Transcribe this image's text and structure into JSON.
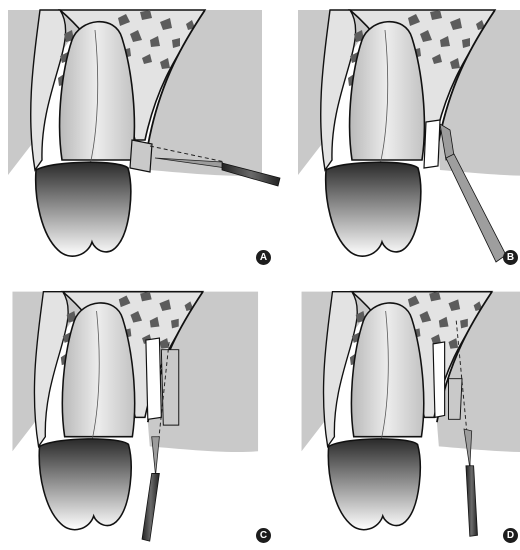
{
  "panels": [
    {
      "id": "a",
      "label": "A",
      "instrument": "scalpel-blade-icon",
      "step": "intrasulcular-incision"
    },
    {
      "id": "b",
      "label": "B",
      "instrument": "periosteal-elevator-icon",
      "step": "flap-elevation"
    },
    {
      "id": "c",
      "label": "C",
      "instrument": "scalpel-blade-icon",
      "step": "periosteal-release"
    },
    {
      "id": "d",
      "label": "D",
      "instrument": "scalpel-blade-icon",
      "step": "deep-release"
    }
  ],
  "colors": {
    "background": "#ffffff",
    "soft_tissue": "#c9c9c9",
    "bone": "#e3e3e3",
    "bone_speckle": "#5c5c5c",
    "outline": "#111111",
    "badge": "#1d1d1d"
  }
}
